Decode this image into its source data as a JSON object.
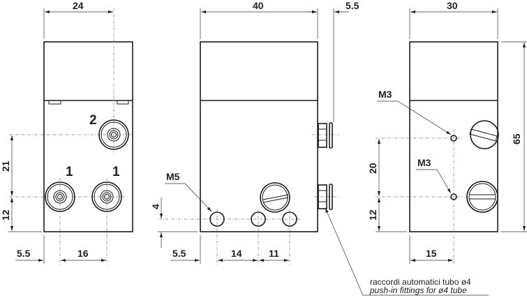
{
  "views": {
    "front": {
      "dims": {
        "width": "24",
        "port_spacing_v": "21",
        "base_offset_v": "12",
        "edge_offset_h": "5.5",
        "port_spacing_h": "16"
      },
      "port_labels": {
        "outlet": "2",
        "inlet_a": "1",
        "inlet_b": "1"
      }
    },
    "side": {
      "dims": {
        "width": "40",
        "fitting_protrusion": "5.5",
        "hole_height": "4",
        "edge_offset_h": "5.5",
        "hole_spacing_a": "14",
        "hole_spacing_b": "11"
      },
      "thread_label": "M5"
    },
    "rear": {
      "dims": {
        "width": "30",
        "height": "65",
        "hole_spacing_v": "20",
        "base_offset_v": "12",
        "edge_offset_h": "15"
      },
      "thread_labels": {
        "upper": "M3",
        "lower": "M3"
      }
    }
  },
  "note": {
    "line1": "raccordi automatici tubo ø4",
    "line2": "push-in fittings for ø4 tube"
  }
}
